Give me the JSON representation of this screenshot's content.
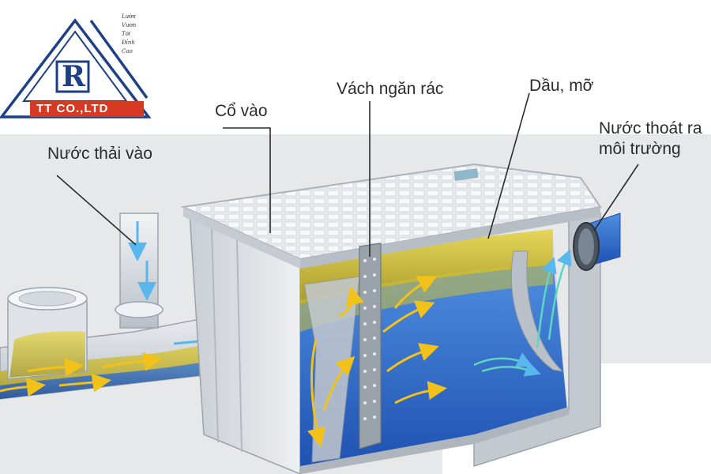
{
  "logo": {
    "monogram": "R",
    "company": "TT CO.,LTD",
    "tagline": [
      "Lườn",
      "Vươn",
      "Tới",
      "Đỉnh",
      "Cao"
    ]
  },
  "labels": {
    "wastewater_in": "Nước thải vào",
    "inlet_neck": "Cổ vào",
    "trash_screen": "Vách ngăn rác",
    "oil_grease": "Dầu, mỡ",
    "outlet_line1": "Nước thoát ra",
    "outlet_line2": "môi trường"
  },
  "colors": {
    "grease": "#d6c43a",
    "water": "#2f6fd0",
    "tank": "#e9ecef",
    "logo_blue": "#1c3f86",
    "logo_red": "#d63a22"
  }
}
